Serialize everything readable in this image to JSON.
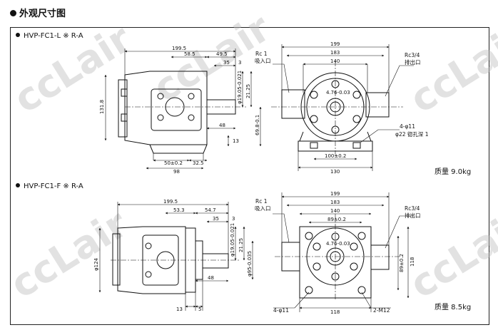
{
  "page_title": "外观尺寸图",
  "watermark": "ccLair",
  "models": [
    {
      "name": "HVP-FC1-L ※ R-A",
      "mass": "质量 9.0kg",
      "side_dims": {
        "d1995": "199.5",
        "d585": "58.5",
        "d495": "49.5",
        "d35": "35",
        "d3": "3",
        "d48": "48",
        "d13": "13",
        "d50": "50±0.2",
        "d325": "32.5",
        "d98": "98",
        "h1318": "131.8",
        "shaft": "φ19.05-0.021",
        "d2125": "21.25",
        "key": "4.76-0.03",
        "d6989": "69.8-0.1"
      },
      "front_dims": {
        "d199": "199",
        "d183": "183",
        "d140": "140",
        "inlet_code": "Rc 1",
        "inlet": "吸入口",
        "outlet_code": "Rc3/4",
        "outlet": "排出口",
        "hole": "4-φ11",
        "spot": "φ22 锪孔深 1",
        "d100": "100±0.2",
        "d130": "130"
      }
    },
    {
      "name": "HVP-FC1-F ※ R-A",
      "mass": "质量 8.5kg",
      "side_dims": {
        "d1995": "199.5",
        "d533": "53.3",
        "d547": "54.7",
        "d35": "35",
        "d3": "3",
        "d48": "48",
        "d13": "13",
        "d5": "5",
        "d124": "φ124",
        "shaft": "φ19.05-0.021",
        "d2125": "21.25",
        "pilot": "φ95-0.035",
        "key": "4.76-0.03"
      },
      "front_dims": {
        "d199": "199",
        "d183": "183",
        "d140": "140",
        "d89": "89±0.2",
        "inlet_code": "Rc 1",
        "inlet": "吸入口",
        "outlet_code": "Rc3/4",
        "outlet": "排出口",
        "d89v": "89±0.2",
        "d118v": "118",
        "hole": "4-φ11",
        "d118": "118",
        "tap": "2-M12"
      }
    }
  ]
}
